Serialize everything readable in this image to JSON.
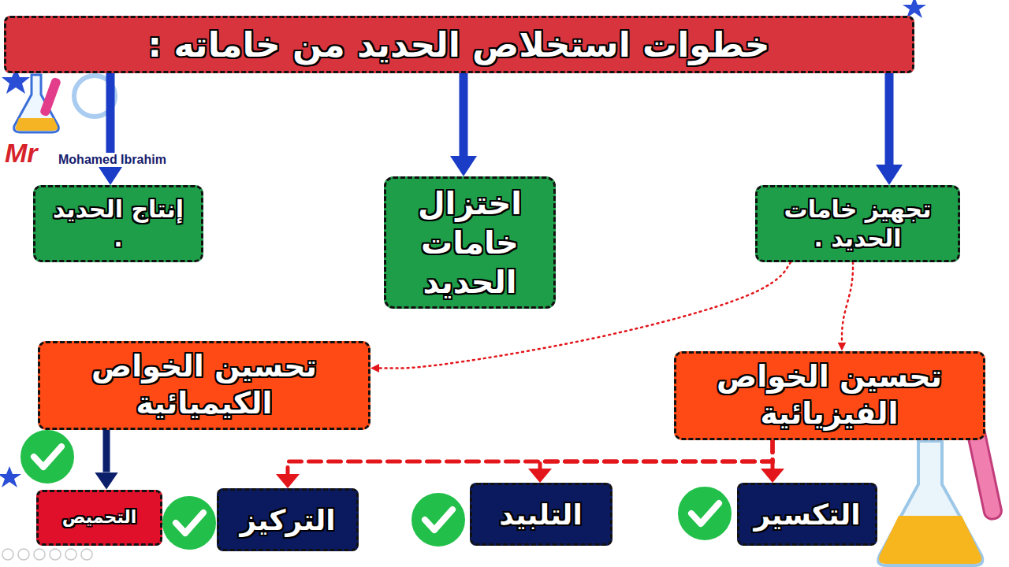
{
  "diagram": {
    "nodes": [
      {
        "text": [
          "خطوات استخلاص الحديد من خاماته :"
        ]
      },
      {
        "text": [
          "تجهيز خامات الحديد ."
        ]
      },
      {
        "text": [
          "اختزال خامات الحديد"
        ]
      },
      {
        "text": [
          "إنتاج الحديد ."
        ]
      },
      {
        "text": [
          "تحسين الخواص الفيزيائية"
        ]
      },
      {
        "text": [
          "تحسين الخواص الكيميائية"
        ]
      },
      {
        "text": [
          "التكسير"
        ]
      },
      {
        "text": [
          "التلبيد"
        ]
      },
      {
        "text": [
          "التركيز"
        ]
      },
      {
        "text": [
          "التحميص"
        ]
      }
    ],
    "edges": [
      {
        "from": 0,
        "to": 1,
        "arrow": "to"
      },
      {
        "from": 0,
        "to": 2,
        "arrow": "to"
      },
      {
        "from": 0,
        "to": 3,
        "arrow": "to"
      },
      {
        "from": 1,
        "to": 4,
        "arrow": "to"
      },
      {
        "from": 1,
        "to": 5,
        "arrow": "to"
      },
      {
        "from": 4,
        "to": 6,
        "arrow": "to"
      },
      {
        "from": 4,
        "to": 7,
        "arrow": "to"
      },
      {
        "from": 4,
        "to": 8,
        "arrow": "to"
      },
      {
        "from": 5,
        "to": 9,
        "arrow": "to"
      }
    ],
    "labels": [
      "Mr",
      "Mohamed Ibrahim"
    ]
  }
}
